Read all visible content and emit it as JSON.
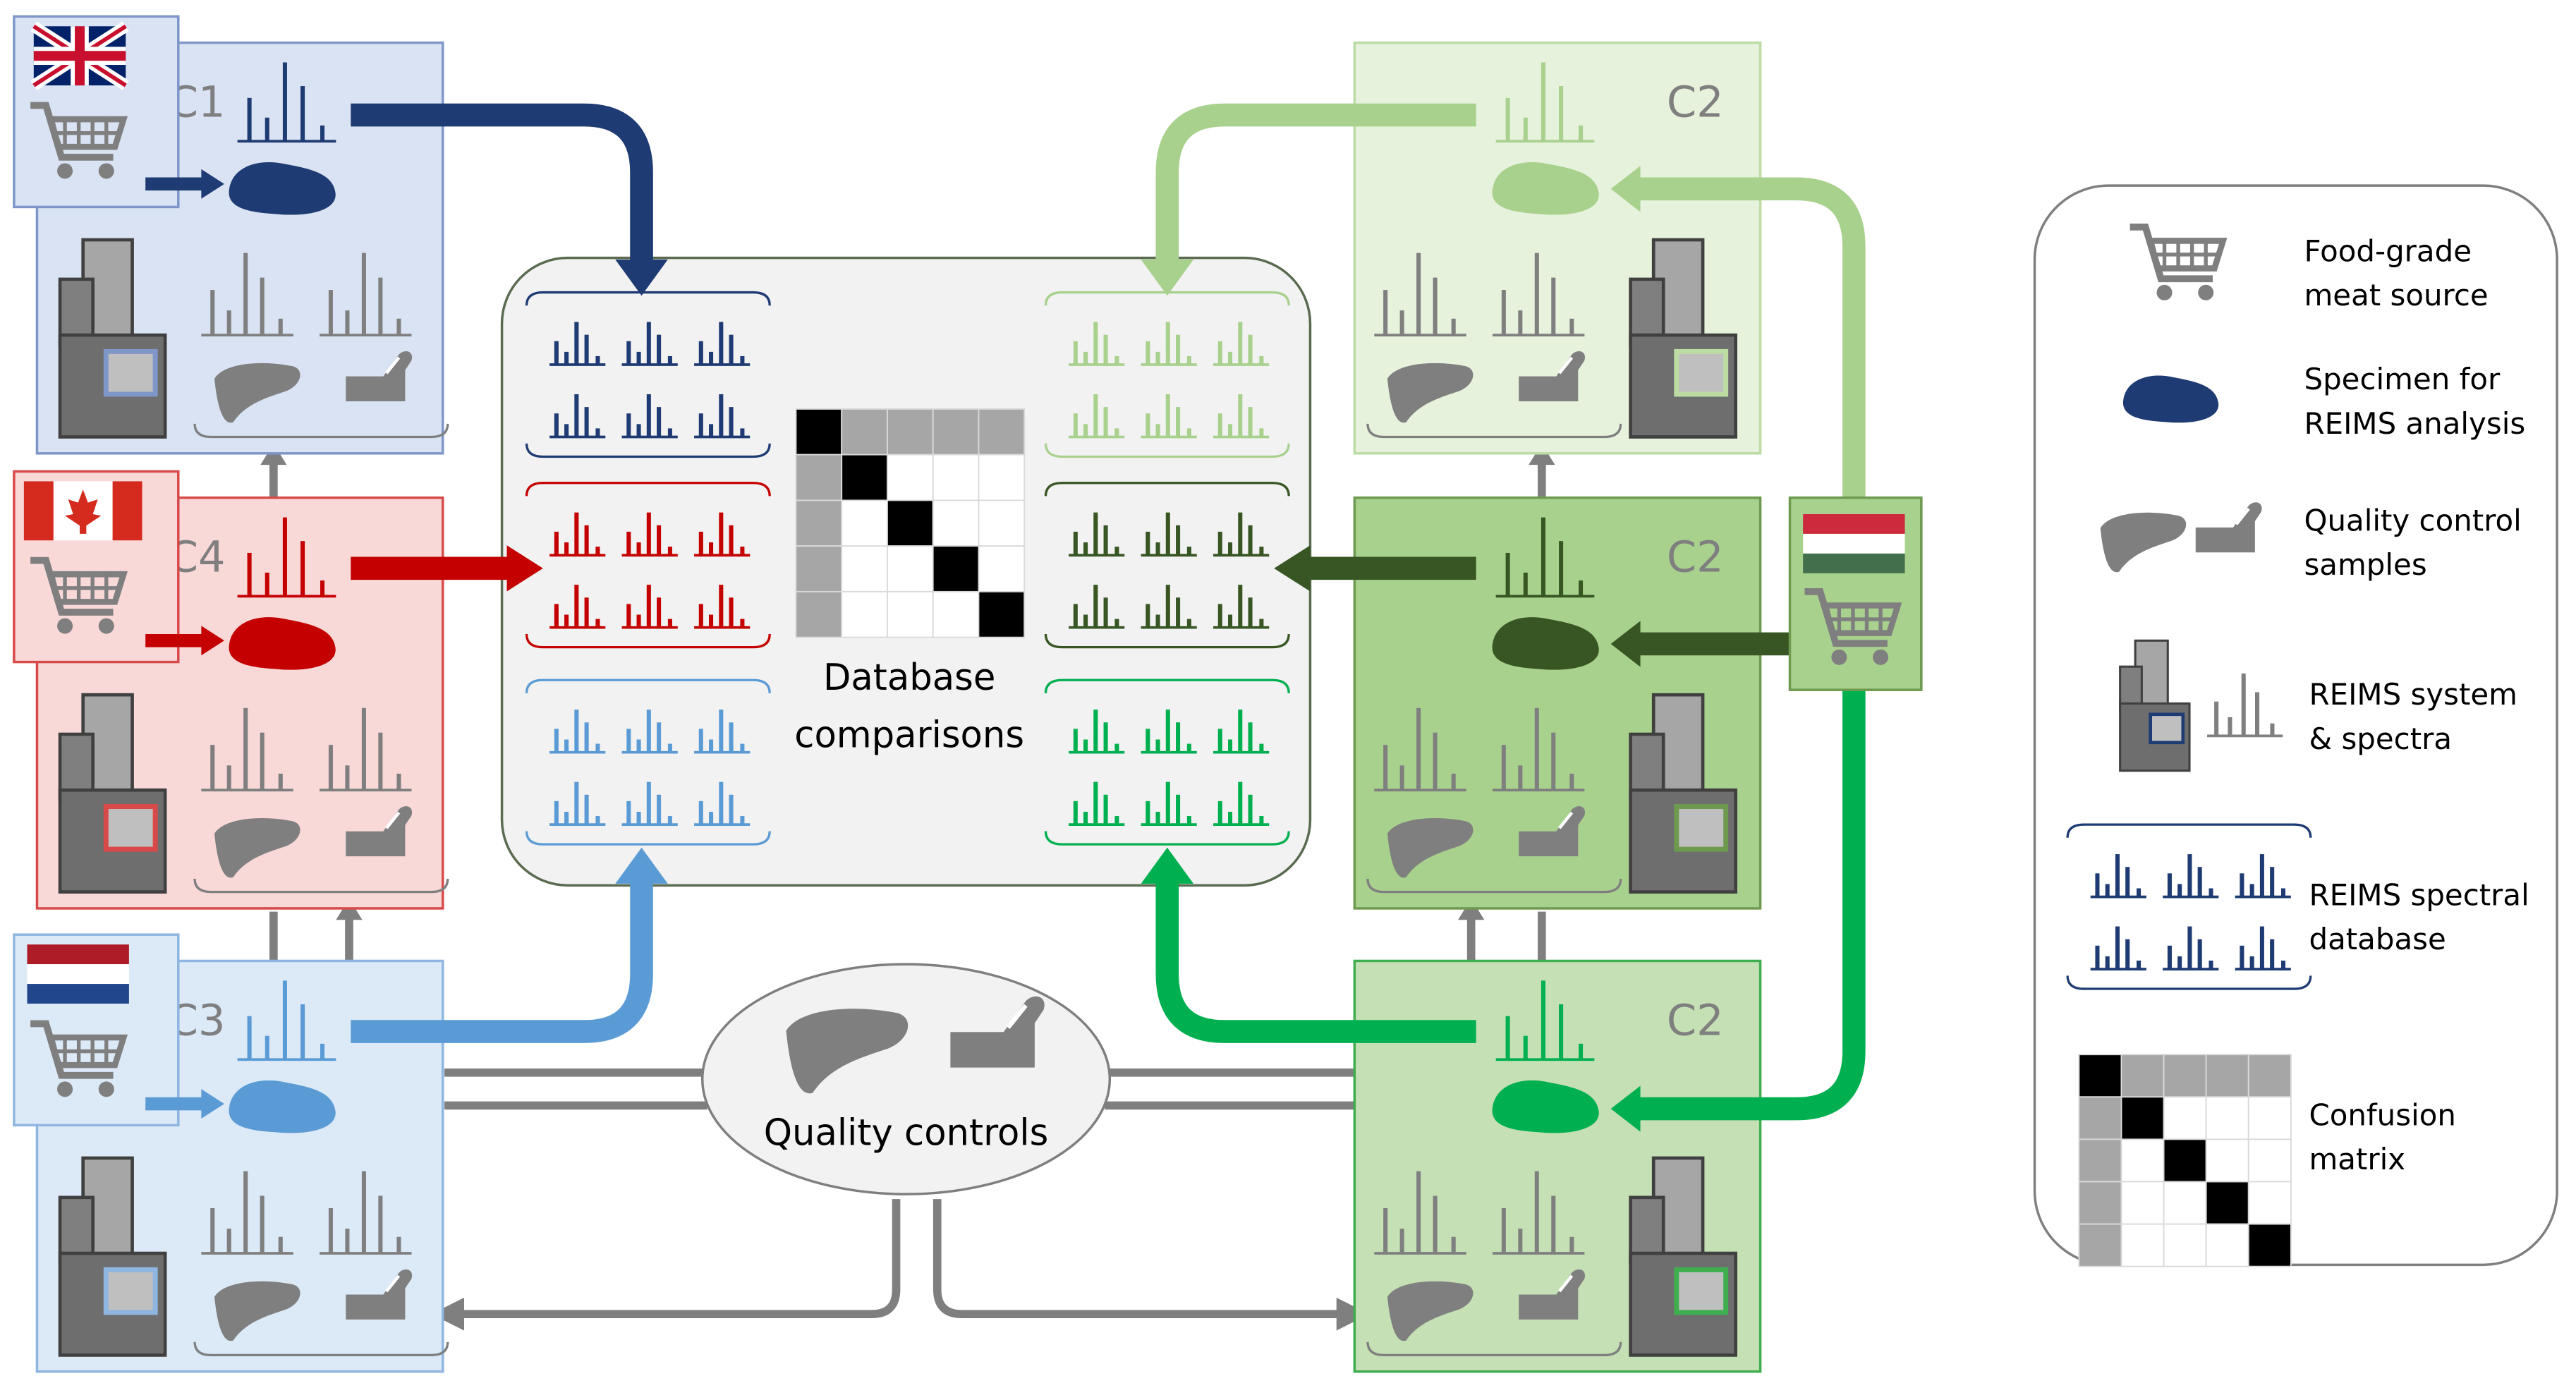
{
  "labs": [
    {
      "id": "c1",
      "label": "C1",
      "flag": "uk-flag",
      "accent": "#1f3b73",
      "fill": "#d9e3f3",
      "border": "#7f97c8"
    },
    {
      "id": "c4",
      "label": "C4",
      "flag": "canada-flag",
      "accent": "#c40000",
      "fill": "#f9d8d8",
      "border": "#d84a4a"
    },
    {
      "id": "c3",
      "label": "C3",
      "flag": "netherlands-flag",
      "accent": "#5b9bd5",
      "fill": "#dce9f7",
      "border": "#8fb6e1"
    },
    {
      "id": "c2a",
      "label": "C2",
      "flag": "",
      "accent": "#a9d18e",
      "fill": "#e6f2dc",
      "border": "#bcdca4"
    },
    {
      "id": "c2b",
      "label": "C2",
      "flag": "",
      "accent": "#375623",
      "fill": "#a9d18e",
      "border": "#6e9a50"
    },
    {
      "id": "c2c",
      "label": "C2",
      "flag": "",
      "accent": "#00b050",
      "fill": "#c5e0b4",
      "border": "#3fae4f"
    }
  ],
  "hungary_source": {
    "flag": "hungary-flag"
  },
  "center": {
    "title_line1": "Database",
    "title_line2": "comparisons"
  },
  "qc": {
    "label": "Quality controls"
  },
  "legend": [
    {
      "icon": "shopping-cart-icon",
      "text1": "Food-grade",
      "text2": "meat source"
    },
    {
      "icon": "meat-specimen-icon",
      "text1": "Specimen for",
      "text2": "REIMS analysis"
    },
    {
      "icon": "quality-control-icon",
      "text1": "Quality control",
      "text2": "samples"
    },
    {
      "icon": "reims-system-icon",
      "text1": "REIMS system",
      "text2": "& spectra"
    },
    {
      "icon": "spectral-database-icon",
      "text1": "REIMS spectral",
      "text2": "database"
    },
    {
      "icon": "confusion-matrix-icon",
      "text1": "Confusion",
      "text2": "matrix"
    }
  ],
  "colors": {
    "gray": "#7f7f7f",
    "darkgray": "#595959",
    "bg_center": "#f2f2f2"
  }
}
